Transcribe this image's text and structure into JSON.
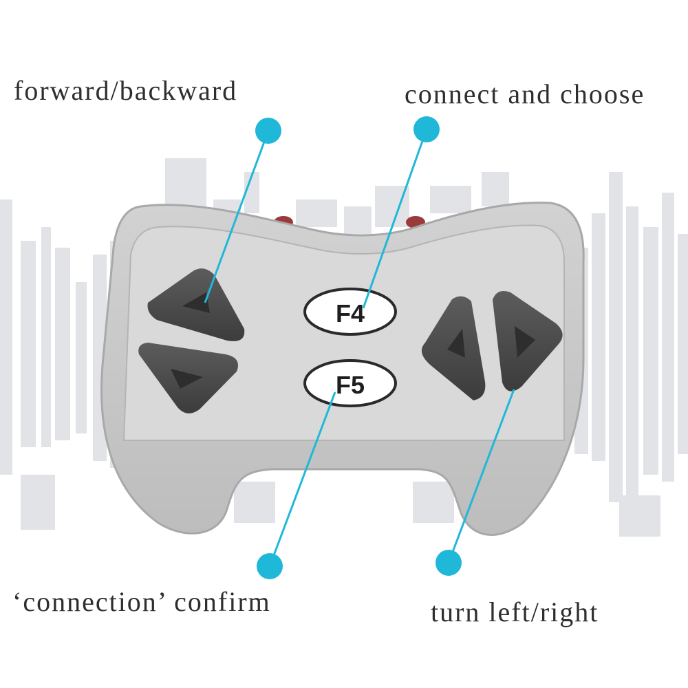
{
  "labels": {
    "forward_backward": "forward/backward",
    "connect_choose": "connect and choose",
    "connection_confirm": "‘connection’ confirm",
    "turn_left_right": "turn left/right"
  },
  "buttons": {
    "f4": "F4",
    "f5": "F5"
  },
  "colors": {
    "accent": "#1fb8d8",
    "body": "#c9c9c9",
    "face": "#d6d6d6",
    "dpad": "#4f4f4f",
    "skyline": "#e1e3e6"
  }
}
